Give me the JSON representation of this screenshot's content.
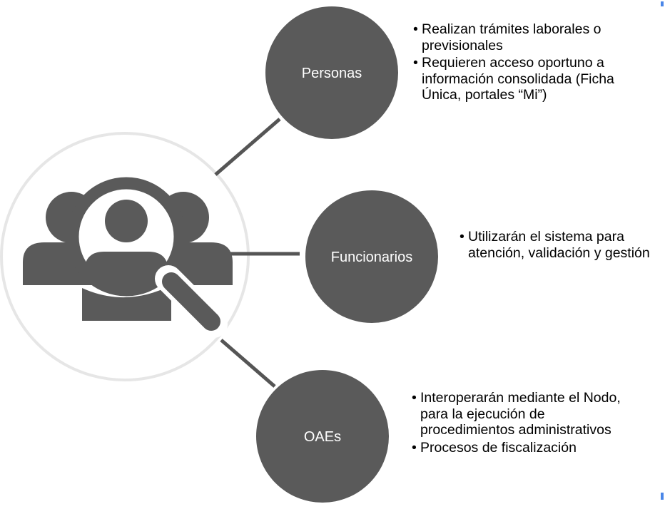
{
  "colors": {
    "node": "#5a5a5a",
    "connector": "#555555",
    "ring": "#e6e6e6",
    "icon": "#5a5a5a",
    "accent": "#4a86e8"
  },
  "hub": {
    "icon": "people-search-icon"
  },
  "nodes": [
    {
      "id": "personas",
      "label": "Personas",
      "bullets": [
        "Realizan trámites laborales o previsionales",
        "Requieren acceso oportuno a información consolidada (Ficha Única, portales “Mi”)"
      ]
    },
    {
      "id": "funcionarios",
      "label": "Funcionarios",
      "bullets": [
        "Utilizarán el sistema para atención, validación y gestión"
      ]
    },
    {
      "id": "oaes",
      "label": "OAEs",
      "bullets": [
        "Interoperarán mediante el Nodo, para la ejecución de procedimientos administrativos",
        "Procesos de fiscalización"
      ]
    }
  ],
  "bullet_char": "•"
}
